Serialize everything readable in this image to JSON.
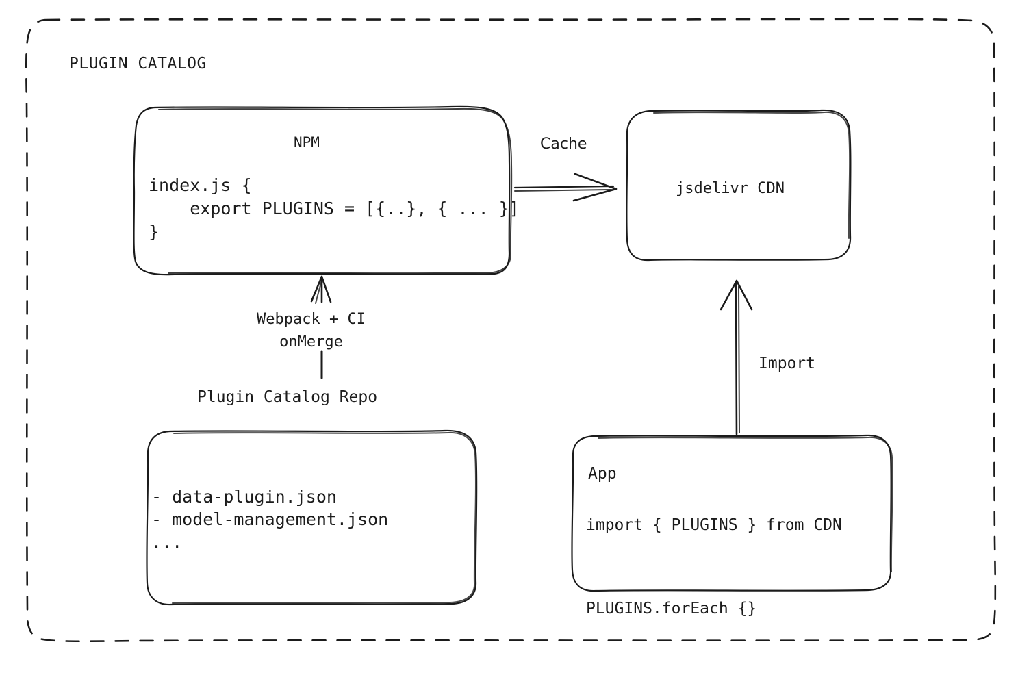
{
  "diagram": {
    "title": "PLUGIN CATALOG",
    "type": "architecture-flow",
    "background": "#ffffff",
    "stroke_color": "#1b1b1b",
    "text_color": "#1b1b1b",
    "style": "hand-drawn-sketch"
  },
  "container": {
    "label": "PLUGIN CATALOG",
    "border_style": "dashed",
    "corner_radius": 30
  },
  "nodes": {
    "npm": {
      "title": "NPM",
      "code_lines": "index.js {\n    export PLUGINS = [{..}, { ... }]\n}",
      "code_line_list": [
        "index.js {",
        "    export PLUGINS = [{..}, { ... }]",
        "}"
      ]
    },
    "cdn": {
      "title": "jsdelivr CDN"
    },
    "repo": {
      "caption": "Plugin Catalog Repo",
      "file_lines": "- data-plugin.json\n- model-management.json\n...",
      "file_list": [
        "- data-plugin.json",
        "- model-management.json",
        "..."
      ]
    },
    "app": {
      "title": "App",
      "code_lines": "import { PLUGINS } from CDN\n\nPLUGINS.forEach {}",
      "code_line_list": [
        "import { PLUGINS } from CDN",
        "PLUGINS.forEach {}"
      ]
    }
  },
  "edges": {
    "npm_to_cdn": {
      "label": "Cache",
      "from": "npm",
      "to": "cdn",
      "direction": "right"
    },
    "repo_to_npm": {
      "label": "Webpack + CI\nonMerge",
      "label_line_1": "Webpack + CI",
      "label_line_2": "onMerge",
      "from": "repo",
      "to": "npm",
      "direction": "up"
    },
    "app_to_cdn": {
      "label": "Import",
      "from": "app",
      "to": "cdn",
      "direction": "up"
    }
  }
}
